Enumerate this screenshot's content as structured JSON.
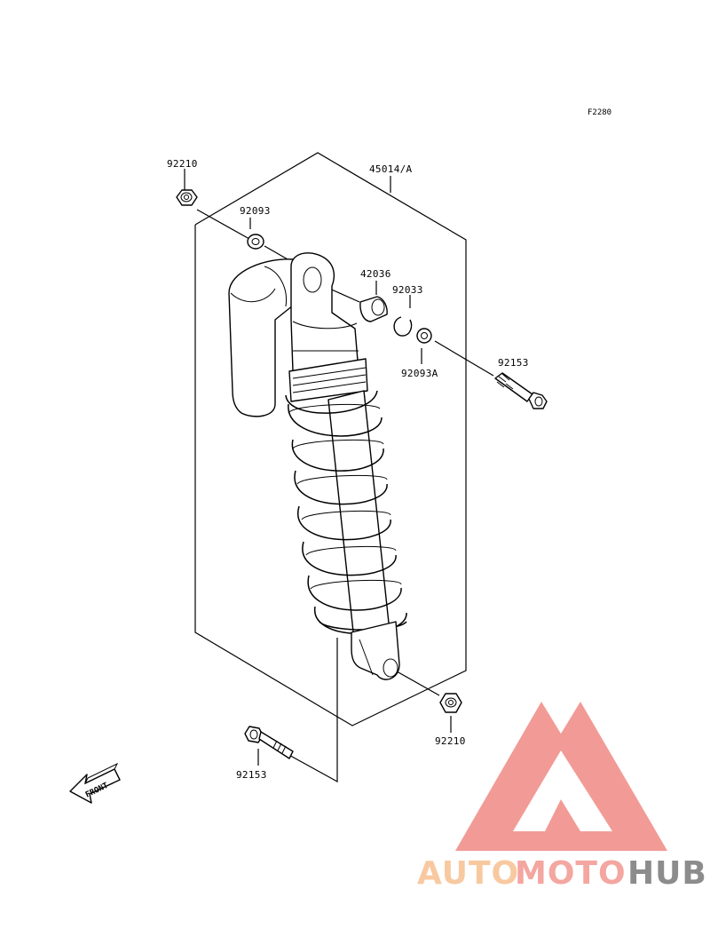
{
  "figure_code": "F2280",
  "parts": {
    "assembly": "45014/A",
    "nut_top": "92210",
    "washer_top": "92093",
    "bushing": "42036",
    "circlip": "92033",
    "washer_a": "92093A",
    "bolt_top": "92153",
    "nut_bottom": "92210",
    "bolt_bottom": "92153"
  },
  "front_arrow": "FRONT",
  "watermark": {
    "part1": "AUTO",
    "part2": "MOTO",
    "part3": "HUB",
    "colors": {
      "auto": "#F8C9A0",
      "moto": "#F4A6A0",
      "hub": "#8C8C8C",
      "logo": "#F08A84"
    }
  }
}
